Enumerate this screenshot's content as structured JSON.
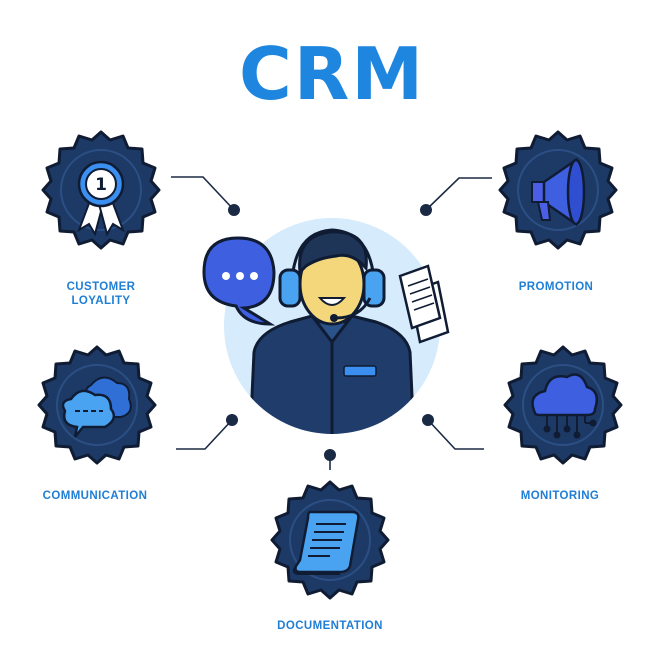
{
  "title": "CRM",
  "colors": {
    "brand_blue": "#1f86e0",
    "label_blue": "#1f7ed6",
    "gear_navy": "#1d3a66",
    "gear_outline": "#0f1c33",
    "icon_blue": "#3a8ff0",
    "accent_blue": "#4b5fe6",
    "circle_bg": "#d6ebfb",
    "connector": "#1b2a44"
  },
  "nodes": {
    "customer_loyalty": {
      "label_line1": "CUSTOMER",
      "label_line2": "LOYALITY",
      "icon": "award-ribbon-icon",
      "badge_text": "1"
    },
    "promotion": {
      "label": "PROMOTION",
      "icon": "megaphone-icon"
    },
    "communication": {
      "label": "COMMUNICATION",
      "icon": "chat-clouds-icon"
    },
    "monitoring": {
      "label": "MONITORING",
      "icon": "cloud-network-icon"
    },
    "documentation": {
      "label": "DOCUMENTATION",
      "icon": "scroll-document-icon"
    }
  },
  "center": {
    "figure": "support-agent-headset-icon",
    "bubble_icon": "speech-bubble-icon",
    "papers_icon": "documents-icon"
  }
}
